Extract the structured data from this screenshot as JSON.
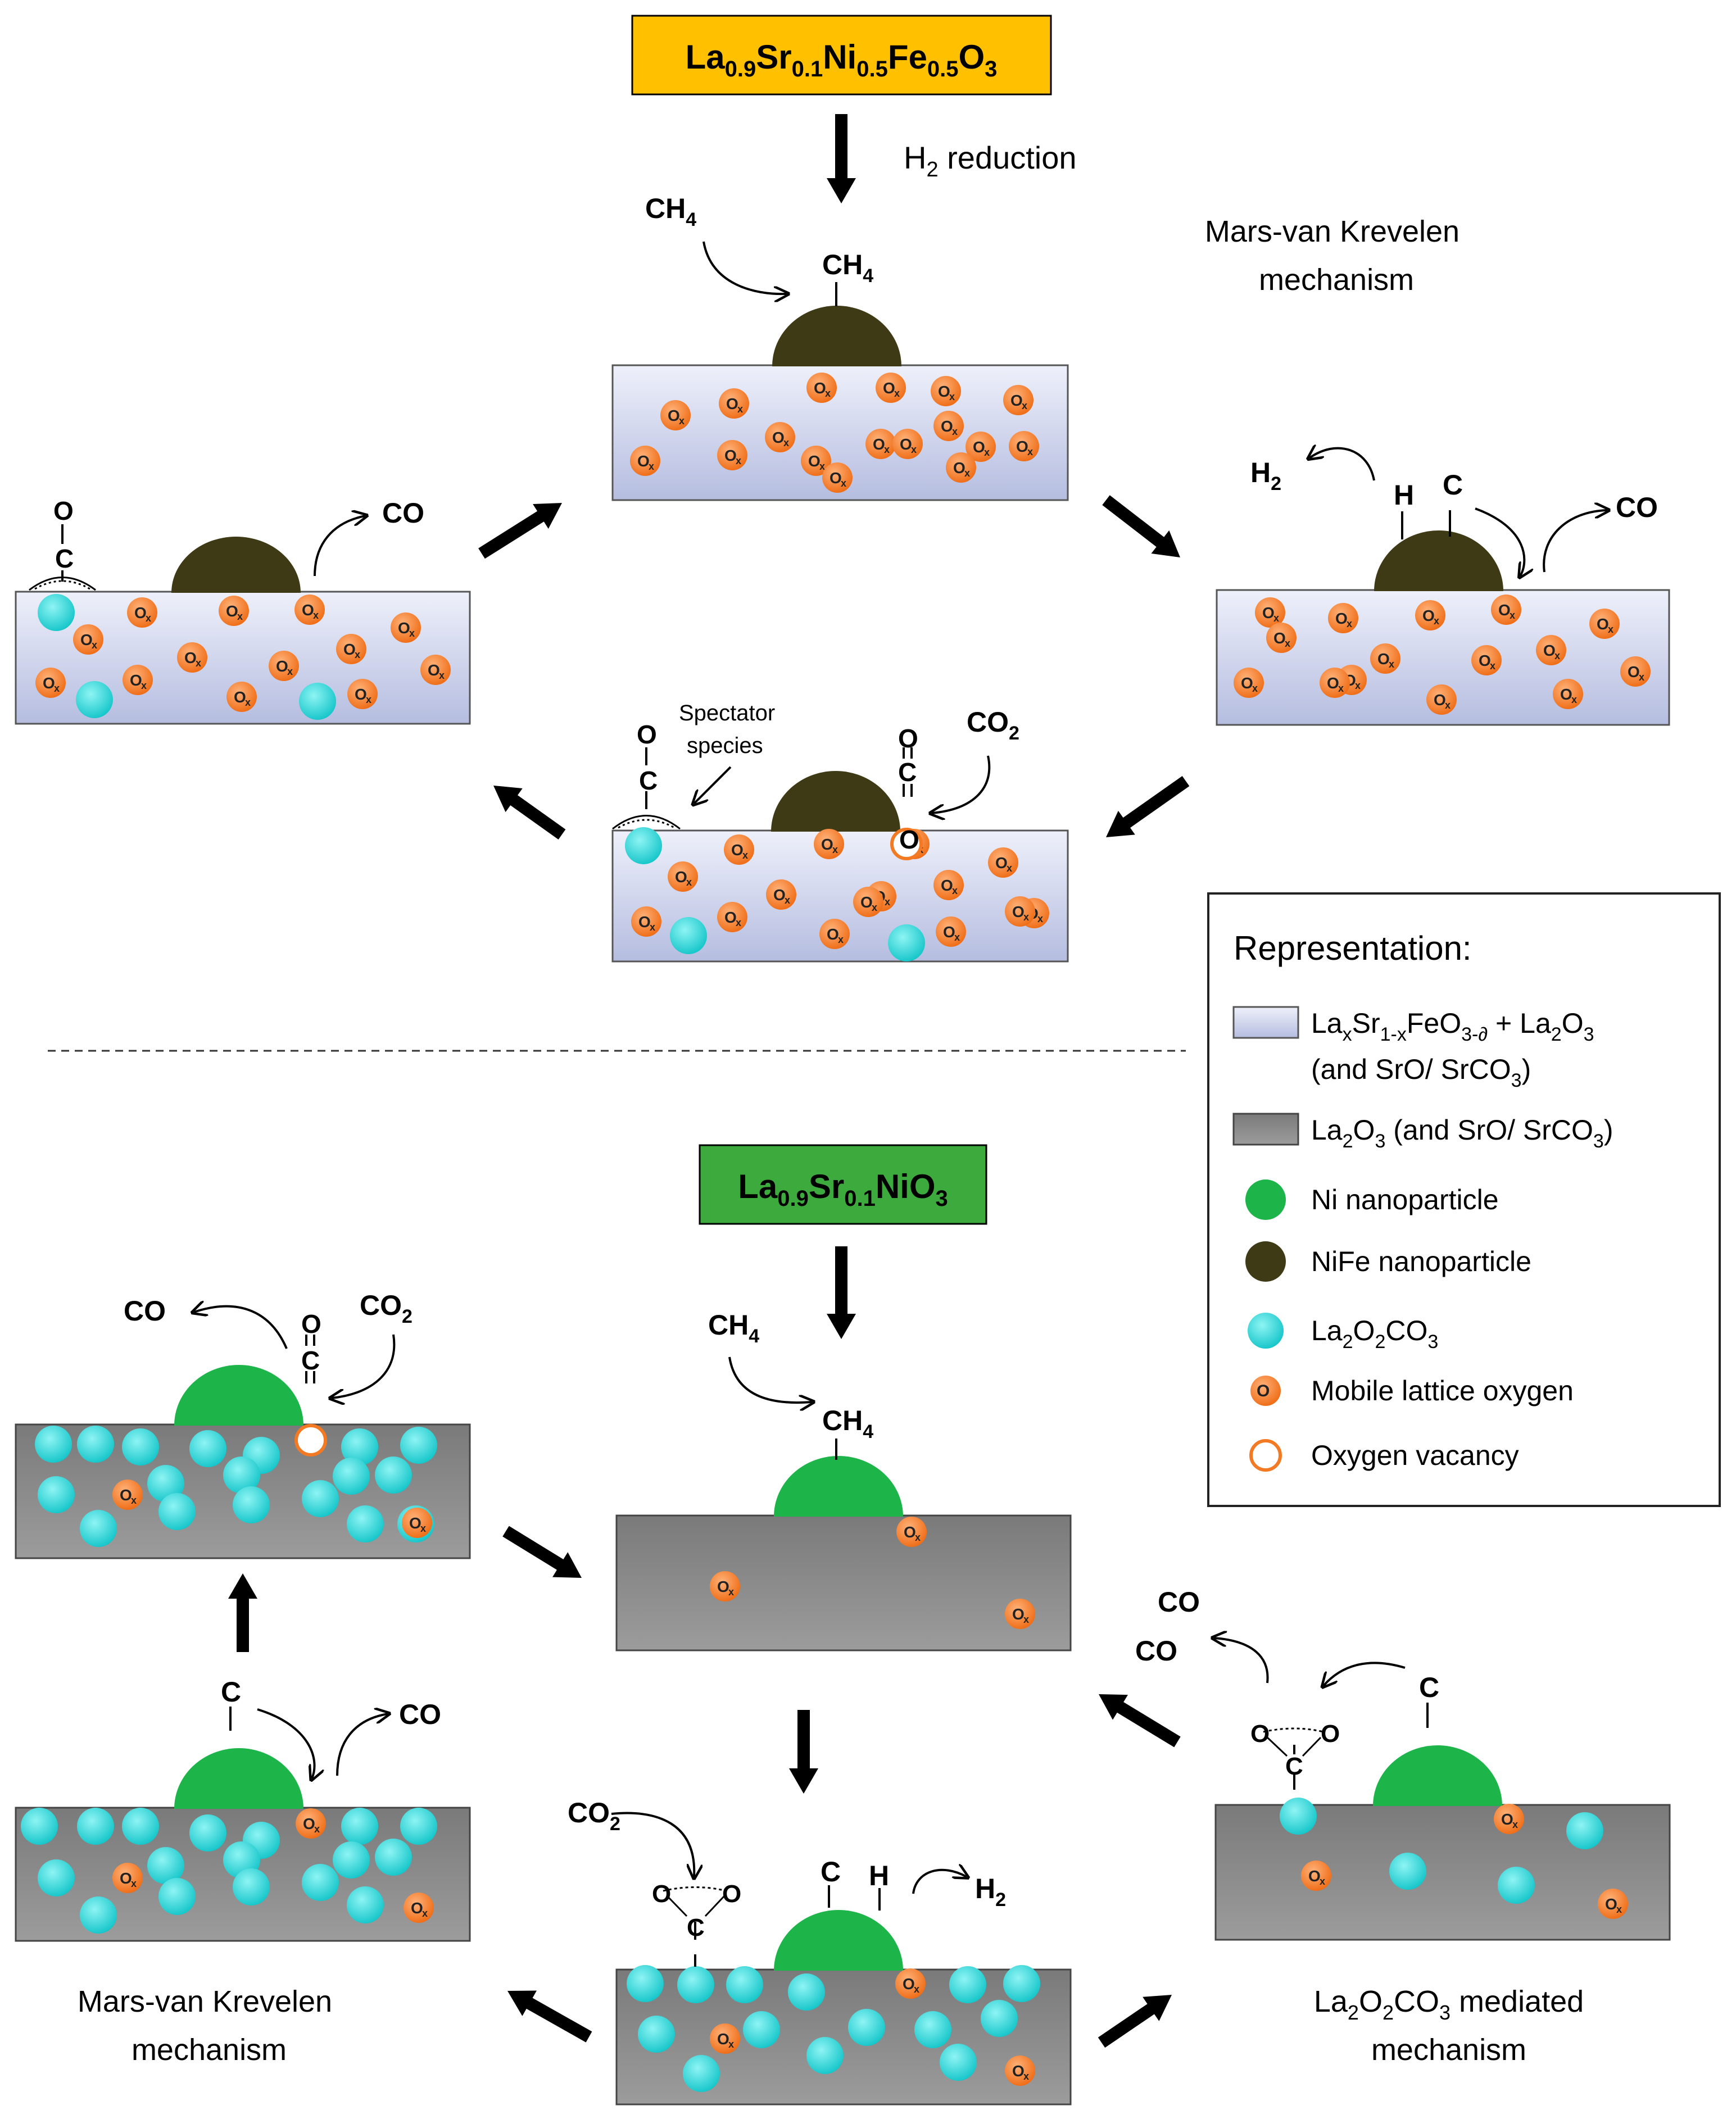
{
  "top_title": {
    "base": "La0.9Sr0.1Ni0.5Fe0.5O3",
    "parts": [
      {
        "t": "La",
        "sub": false
      },
      {
        "t": "0.9",
        "sub": true
      },
      {
        "t": "Sr",
        "sub": false
      },
      {
        "t": "0.1",
        "sub": true
      },
      {
        "t": "Ni",
        "sub": false
      },
      {
        "t": "0.5",
        "sub": true
      },
      {
        "t": "Fe",
        "sub": false
      },
      {
        "t": "0.5",
        "sub": true
      },
      {
        "t": "O",
        "sub": false
      },
      {
        "t": "3",
        "sub": true
      }
    ],
    "color": "#FFC000"
  },
  "bottom_title": {
    "base": "La0.9Sr0.1NiO3",
    "parts": [
      {
        "t": "La",
        "sub": false
      },
      {
        "t": "0.9",
        "sub": true
      },
      {
        "t": "Sr",
        "sub": false
      },
      {
        "t": "0.1",
        "sub": true
      },
      {
        "t": "NiO",
        "sub": false
      },
      {
        "t": "3",
        "sub": true
      }
    ],
    "color": "#3DAA3D"
  },
  "labels": {
    "h2_reduction": "H2 reduction",
    "mvk_top": [
      "Mars-van Krevelen",
      "mechanism"
    ],
    "mvk_bottom": [
      "Mars-van Krevelen",
      "mechanism"
    ],
    "carbonate_mech": [
      "La2O2CO3 mediated",
      "mechanism"
    ],
    "spectator": [
      "Spectator",
      "species"
    ],
    "ch4": "CH4",
    "h2": "H2",
    "co": "CO",
    "co2": "CO2",
    "h": "H",
    "c": "C",
    "o": "O",
    "ox": "Ox"
  },
  "legend": {
    "title": "Representation:",
    "items": [
      {
        "kind": "blue-rect",
        "lines": [
          "LaxSr1-xFeO3-δ + La2O3",
          "(and SrO/ SrCO3)"
        ]
      },
      {
        "kind": "grey-rect",
        "lines": [
          "La2O3 (and SrO/ SrCO3)"
        ]
      },
      {
        "kind": "ni",
        "lines": [
          "Ni nanoparticle"
        ]
      },
      {
        "kind": "nife",
        "lines": [
          "NiFe nanoparticle"
        ]
      },
      {
        "kind": "carbonate",
        "lines": [
          "La2O2CO3"
        ]
      },
      {
        "kind": "ox",
        "lines": [
          "Mobile lattice oxygen"
        ]
      },
      {
        "kind": "vacancy",
        "lines": [
          "Oxygen vacancy"
        ]
      }
    ]
  },
  "colors": {
    "perovskite_top": "#EEF0FA",
    "perovskite_bottom": "#B5BDE0",
    "oxide_top": "#7D7D7D",
    "oxide_bottom": "#9A9A9A",
    "ni": "#1DB54A",
    "nife": "#3F3A16",
    "carbonate": "#1DD6D6",
    "ox": "#F37A22",
    "vacancy": "#F37A22",
    "arrow": "#000000"
  }
}
